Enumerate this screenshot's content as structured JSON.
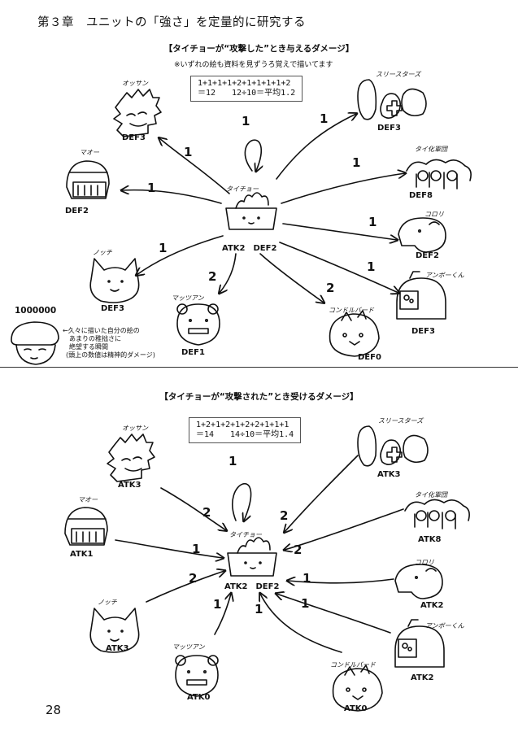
{
  "chapter_title": "第３章　ユニットの「強さ」を定量的に研究する",
  "top": {
    "heading": "【タイチョーが“攻撃した”とき与えるダメージ】",
    "note": "※いずれの絵も資料を見ずうろ覚えで描いてます",
    "calc_line1": "1+1+1+1+2+1+1+1+1+2",
    "calc_line2": "＝12　　12÷10＝平均1.2",
    "center_name": "タイチョー",
    "center_stats": "ATK2　DEF2",
    "units": [
      {
        "name": "オッサン",
        "stat": "DEF3",
        "damage": "1"
      },
      {
        "name": "マオー",
        "stat": "DEF2",
        "damage": "1"
      },
      {
        "name": "ノッチ",
        "stat": "DEF3",
        "damage": "1"
      },
      {
        "name": "マッツアン",
        "stat": "DEF1",
        "damage": "2"
      },
      {
        "name": "コンドルバード",
        "stat": "DEF0",
        "damage": "2"
      },
      {
        "name": "スリースターズ",
        "stat": "DEF3",
        "damage": "1"
      },
      {
        "name": "タイ化軍団",
        "stat": "DEF8",
        "damage": "1"
      },
      {
        "name": "コロリ",
        "stat": "DEF2",
        "damage": "1"
      },
      {
        "name": "アンボーくん",
        "stat": "DEF3",
        "damage": "1"
      }
    ],
    "self_damage": "1",
    "side_big_number": "1000000",
    "side_note_lines": [
      "←久々に描いた自分の絵の",
      "あまりの稚拙さに",
      "絶望する瞬間",
      "(頭上の数値は精神的ダメージ)"
    ]
  },
  "bottom": {
    "heading": "【タイチョーが“攻撃された”とき受けるダメージ】",
    "calc_line1": "1+2+1+2+1+2+2+1+1+1",
    "calc_line2": "＝14　　14÷10＝平均1.4",
    "center_name": "タイチョー",
    "center_stats": "ATK2　DEF2",
    "units": [
      {
        "name": "オッサン",
        "stat": "ATK3",
        "damage": "2"
      },
      {
        "name": "マオー",
        "stat": "ATK1",
        "damage": "1"
      },
      {
        "name": "ノッチ",
        "stat": "ATK3",
        "damage": "2"
      },
      {
        "name": "マッツアン",
        "stat": "ATK0",
        "damage": "1"
      },
      {
        "name": "コンドルバード",
        "stat": "ATK0",
        "damage": "1"
      },
      {
        "name": "スリースターズ",
        "stat": "ATK3",
        "damage": "2"
      },
      {
        "name": "タイ化軍団",
        "stat": "ATK8",
        "damage": "2"
      },
      {
        "name": "コロリ",
        "stat": "ATK2",
        "damage": "1"
      },
      {
        "name": "アンボーくん",
        "stat": "ATK2",
        "damage": "1"
      }
    ],
    "self_damage": "1"
  },
  "page_number": "28"
}
